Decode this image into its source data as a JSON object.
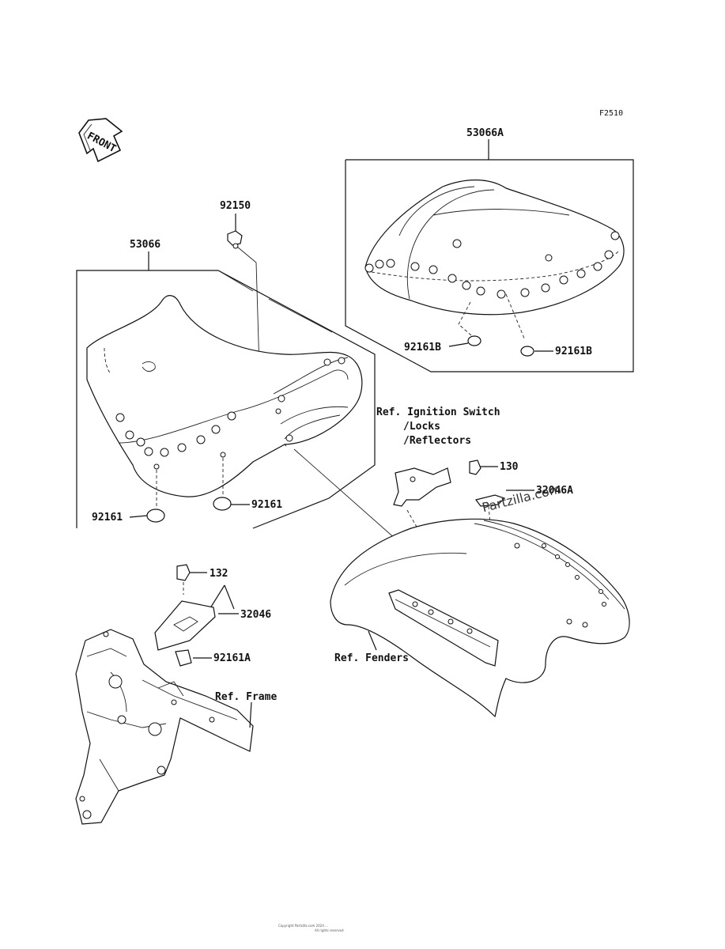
{
  "figure_code": "F2510",
  "front_label": "FRONT",
  "watermark": "Partzilla.com",
  "footer_line1": "Copyright Partzilla.com 2024 ...",
  "footer_line2": "All rights reserved",
  "callouts": {
    "seat_rear": "53066A",
    "seat_main": "53066",
    "bolt_92150": "92150",
    "damper_92161_left": "92161",
    "damper_92161_right": "92161",
    "damper_92161B_left": "92161B",
    "damper_92161B_right": "92161B",
    "ref_ignition_1": "Ref. Ignition Switch",
    "ref_ignition_2": "/Locks",
    "ref_ignition_3": "/Reflectors",
    "bolt_130": "130",
    "bracket_32046A": "32046A",
    "bolt_132": "132",
    "bracket_32046": "32046",
    "damper_92161A": "92161A",
    "ref_frame": "Ref. Frame",
    "ref_fenders": "Ref. Fenders"
  }
}
